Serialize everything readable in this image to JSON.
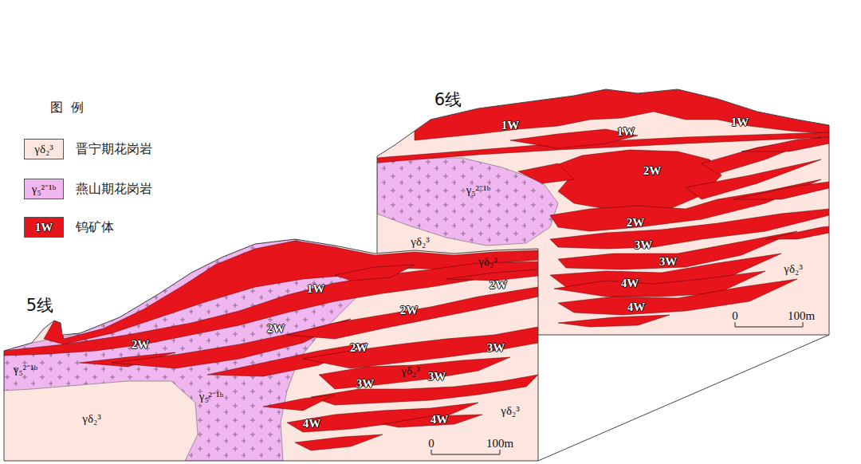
{
  "diagram": {
    "labels": [
      "图 例",
      "γδ₂³",
      "γ₅²⁻¹ᵇ",
      "1W",
      "6线",
      "1W",
      "1W",
      "1W",
      "2W",
      "γ₅²⁻¹ᵇ",
      "2W",
      "γδ₂³",
      "3W",
      "3W",
      "γδ₂³",
      "4W",
      "4W",
      "0",
      "100m",
      "γδ₂³",
      "5线",
      "1W",
      "2W",
      "2W",
      "2W",
      "2W",
      "2W",
      "3W",
      "γ₅²⁻¹ᵇ",
      "γδ₂³",
      "3W",
      "3W",
      "γ₅²⁻¹ᵇ",
      "γδ₂³",
      "γδ₂³",
      "4W",
      "4W",
      "0",
      "100m"
    ],
    "legend": [
      {
        "text": "晋宁期花岗岩",
        "color": "#fce6df"
      },
      {
        "text": "燕山期花岗岩",
        "color": "#efb6ef"
      },
      {
        "text": "钨矿体",
        "color": "#e8141c"
      }
    ]
  }
}
